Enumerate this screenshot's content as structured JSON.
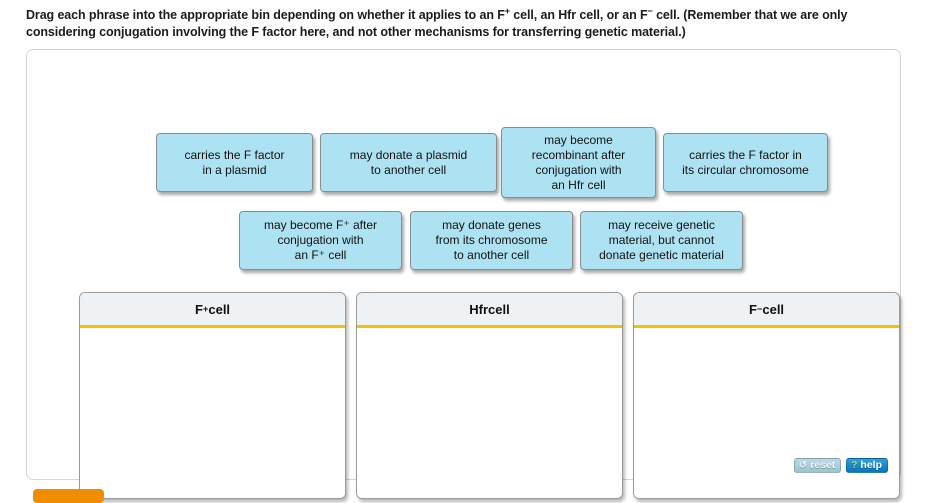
{
  "instruction": {
    "line1_a": "Drag each phrase into the appropriate bin depending on whether it applies to an F",
    "sup1": "+",
    "line1_b": " cell, an Hfr cell, or an F",
    "sup2": "−",
    "line1_c": " cell. (Remember that we are only considering conjugation involving the F factor here, and not other mechanisms for transferring genetic material.)"
  },
  "tiles": [
    {
      "id": "tile-0",
      "text": "carries the F factor\nin a plasmid"
    },
    {
      "id": "tile-1",
      "text": "may donate a plasmid\nto another cell"
    },
    {
      "id": "tile-2",
      "text": "may become\nrecombinant after\nconjugation with\nan Hfr cell"
    },
    {
      "id": "tile-3",
      "text": "carries the F factor in\nits circular chromosome"
    },
    {
      "id": "tile-4",
      "text_before": "may become F",
      "sup": "+",
      "text_after": " after\nconjugation with\nan F⁺ cell",
      "text": "may become F⁺ after\nconjugation with\nan F⁺ cell"
    },
    {
      "id": "tile-5",
      "text": "may donate genes\nfrom its chromosome\nto another cell"
    },
    {
      "id": "tile-6",
      "text": "may receive genetic\nmaterial, but cannot\ndonate genetic material"
    }
  ],
  "bins": [
    {
      "id": "bin-0",
      "label_base": "F",
      "label_sup": "+",
      "label_tail": " cell",
      "contents": []
    },
    {
      "id": "bin-1",
      "label_base": "Hfr",
      "label_sup": "",
      "label_tail": " cell",
      "contents": []
    },
    {
      "id": "bin-2",
      "label_base": "F",
      "label_sup": "−",
      "label_tail": " cell",
      "contents": []
    }
  ],
  "footer": {
    "reset_label": "reset",
    "reset_glyph": "↺",
    "help_label": "help",
    "help_glyph": "?"
  },
  "colors": {
    "tile_fill": "#ade2f2",
    "bin_header_fill": "#eef2f5",
    "bin_header_rule": "#f5c000",
    "help_button": "#0a74bd",
    "reset_button": "#9cc3d2",
    "bottom_button": "#f08c00"
  }
}
